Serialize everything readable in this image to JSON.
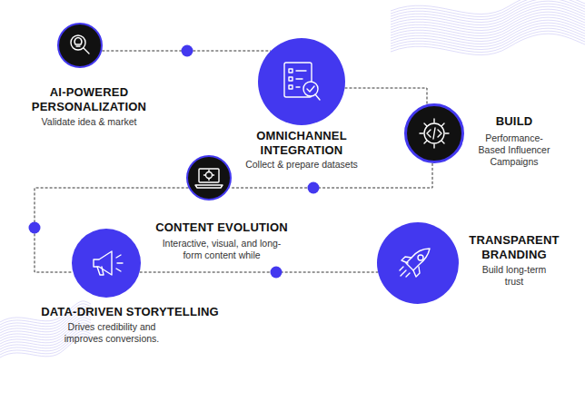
{
  "diagram": {
    "nodes": [
      {
        "text": [
          "AI-POWERED PERSONALIZATION",
          "Validate idea & market"
        ]
      },
      {
        "text": [
          "OMNICHANNEL INTEGRATION",
          "Collect & prepare datasets"
        ]
      },
      {
        "text": [
          "BUILD",
          "Performance-Based Influencer Campaigns"
        ]
      },
      {
        "text": [
          "CONTENT EVOLUTION",
          "Interactive, visual, and long-form content while"
        ]
      },
      {
        "text": [
          "DATA-DRIVEN STORYTELLING",
          "Drives credibility and improves conversions."
        ]
      },
      {
        "text": [
          "TRANSPARENT BRANDING",
          "Build long-term trust"
        ]
      }
    ],
    "edges": [
      {
        "from": 0,
        "to": 1,
        "arrow": "none"
      },
      {
        "from": 1,
        "to": 2,
        "arrow": "none"
      },
      {
        "from": 2,
        "to": 3,
        "arrow": "none"
      },
      {
        "from": 3,
        "to": 4,
        "arrow": "none"
      },
      {
        "from": 4,
        "to": 5,
        "arrow": "none"
      }
    ]
  }
}
